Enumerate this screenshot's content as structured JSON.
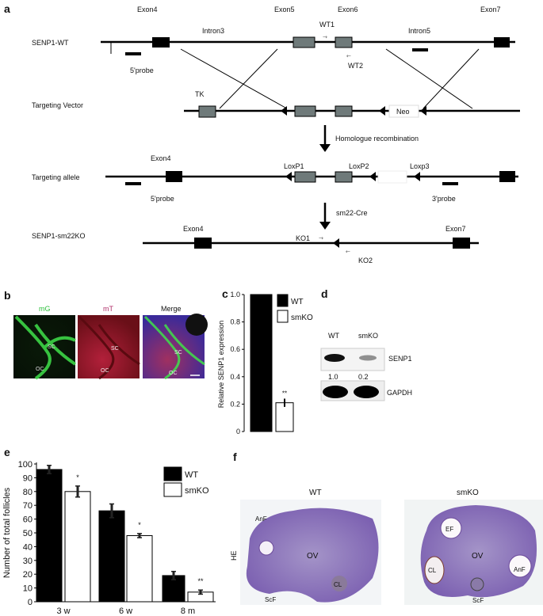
{
  "panel_labels": {
    "a": "a",
    "b": "b",
    "c": "c",
    "d": "d",
    "e": "e",
    "f": "f"
  },
  "panel_a": {
    "exon_headers": [
      "Exon4",
      "Exon5",
      "Exon6",
      "Exon7"
    ],
    "row_labels": [
      "SENP1-WT",
      "Targeting Vector",
      "Targeting allele",
      "SENP1-sm22KO"
    ],
    "intron3": "Intron3",
    "intron5": "Intron5",
    "wt1": "WT1",
    "wt2": "WT2",
    "probe5": "5'probe",
    "probe3": "3'probe",
    "tk": "TK",
    "neo": "Neo",
    "step1": "Homologue recombination",
    "step2": "sm22-Cre",
    "exon4": "Exon4",
    "exon7": "Exon7",
    "loxp1": "LoxP1",
    "loxp2": "LoxP2",
    "loxp3": "Loxp3",
    "ko1": "KO1",
    "ko2": "KO2"
  },
  "panel_b": {
    "titles": [
      "mG",
      "mT",
      "Merge"
    ],
    "title_colors": [
      "#2bbf3a",
      "#b0306a",
      "#111111"
    ],
    "sc": "SC",
    "oc": "OC"
  },
  "panel_d": {
    "lanes": [
      "WT",
      "smKO"
    ],
    "bands": [
      "SENP1",
      "GAPDH"
    ],
    "quant": [
      "1.0",
      "0.2"
    ],
    "senp1_intensity": [
      1.0,
      0.2
    ]
  },
  "panel_f": {
    "titles": [
      "WT",
      "smKO"
    ],
    "stain": "HE",
    "wt_labels": {
      "anf": "AnF",
      "ov": "OV",
      "cl": "CL",
      "scf": "ScF"
    },
    "ko_labels": {
      "ef": "EF",
      "ov": "OV",
      "cl": "CL",
      "anf": "AnF",
      "scf": "ScF"
    }
  },
  "chart_data": [
    {
      "type": "bar",
      "panel": "c",
      "categories": [
        "WT",
        "smKO"
      ],
      "values": [
        1.0,
        0.21
      ],
      "errors": [
        0,
        0.03
      ],
      "significance": [
        "",
        "**"
      ],
      "ylabel": "Relative SENP1 expression",
      "ylim": [
        0,
        1.0
      ],
      "yticks": [
        "0",
        "0.2",
        "0.4",
        "0.6",
        "0.8",
        "1.0"
      ],
      "legend": [
        "WT",
        "smKO"
      ],
      "legend_position": "top-right",
      "colors": [
        "#000000",
        "#ffffff"
      ]
    },
    {
      "type": "bar",
      "panel": "e",
      "categories": [
        "3 w",
        "6 w",
        "8 m"
      ],
      "series": [
        {
          "name": "WT",
          "values": [
            96,
            66,
            19
          ],
          "errors": [
            3,
            5,
            3
          ]
        },
        {
          "name": "smKO",
          "values": [
            80,
            48,
            7
          ],
          "errors": [
            4,
            1.5,
            1.5
          ]
        }
      ],
      "significance": [
        "*",
        "*",
        "**"
      ],
      "ylabel": "Number of total follicles",
      "ylim": [
        0,
        100
      ],
      "yticks": [
        "0",
        "10",
        "20",
        "30",
        "40",
        "50",
        "60",
        "70",
        "80",
        "90",
        "100"
      ],
      "legend_position": "top-right",
      "colors": [
        "#000000",
        "#ffffff"
      ]
    }
  ]
}
